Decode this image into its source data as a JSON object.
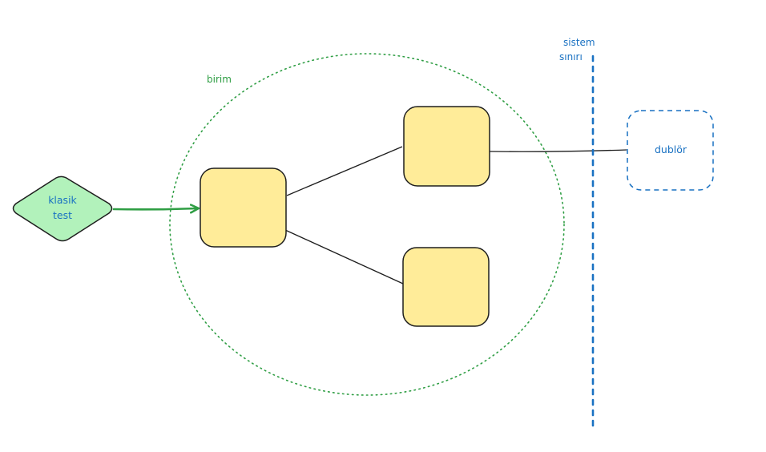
{
  "labels": {
    "unit": "birim",
    "classic_test_line1": "klasik",
    "classic_test_line2": "test",
    "system_boundary_line1": "sistem",
    "system_boundary_line2": "sınırı",
    "double": "dublör"
  },
  "colors": {
    "unit_circle": "#2f9e44",
    "classic_test_fill": "#b2f2bb",
    "classic_test_text": "#1971c2",
    "arrow": "#2f9e44",
    "node_fill": "#ffec99",
    "node_stroke": "#1e1e1e",
    "boundary": "#1971c2",
    "double_text": "#1971c2"
  }
}
